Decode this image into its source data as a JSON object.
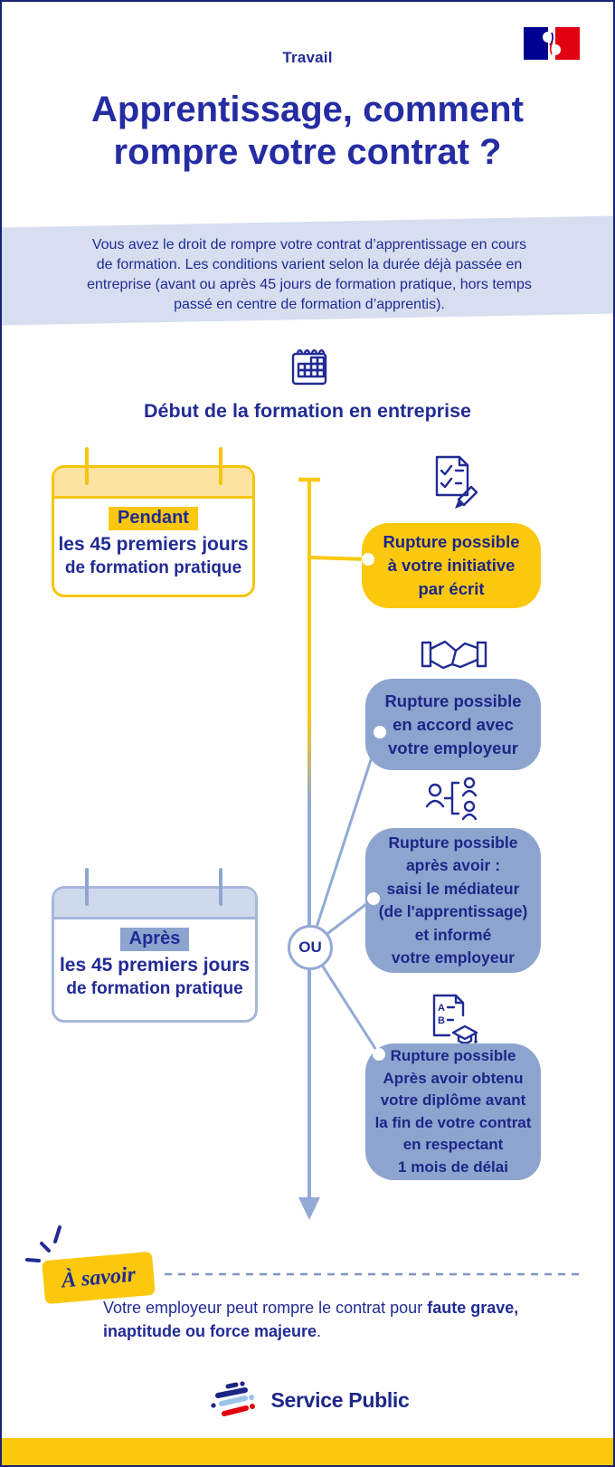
{
  "header": {
    "category": "Travail",
    "title": "Apprentissage, comment\nrompre votre contrat ?"
  },
  "intro": "Vous avez le droit de rompre votre contrat d’apprentissage en cours\nde formation. Les conditions varient selon la durée déjà passée en\nentreprise (avant ou après 45 jours de formation pratique, hors temps\npassé en centre de formation d’apprentis).",
  "diagram": {
    "heading": "Début de la formation en entreprise",
    "connector_label": "OU",
    "period_cards": [
      {
        "highlight": "Pendant",
        "line1": "les 45 premiers jours",
        "line2": "de formation pratique",
        "theme": "yellow"
      },
      {
        "highlight": "Après",
        "line1": "les 45 premiers jours",
        "line2": "de formation pratique",
        "theme": "blue"
      }
    ],
    "outcome_bubbles": [
      {
        "icon": "document-check-pencil-icon",
        "theme": "yellow",
        "text": "Rupture possible\nà votre initiative\npar écrit"
      },
      {
        "icon": "handshake-icon",
        "theme": "blue",
        "text": "Rupture possible\nen accord avec\nvotre employeur"
      },
      {
        "icon": "mediator-people-icon",
        "theme": "blue",
        "text": "Rupture possible\naprès avoir :\nsaisi le médiateur\n(de l'apprentissage)\net informé\nvotre employeur"
      },
      {
        "icon": "diploma-icon",
        "theme": "blue",
        "text": "Rupture possible\nAprès avoir obtenu\nvotre diplôme avant\nla fin de votre contrat\nen respectant\n1 mois de délai"
      }
    ]
  },
  "notice": {
    "label": "À savoir",
    "line1_regular": "Votre employeur peut rompre le contrat pour ",
    "line1_bold": "faute grave,",
    "line2_bold": "inaptitude ou force majeure",
    "line2_regular": "."
  },
  "footer": {
    "brand": "Service Public"
  },
  "icons": {
    "diploma_letter_a": "A",
    "diploma_letter_b": "B"
  },
  "colors": {
    "navy_text": "#212b94",
    "title_blue": "#252ca3",
    "gold": "#fcc80d",
    "gold_light": "#fce3a1",
    "periwinkle": "#8da4cf",
    "periwinkle_light": "#cfd9ec",
    "intro_band": "#d6deef",
    "timeline_blue": "#93aad5",
    "flag_blue": "#000091",
    "flag_red": "#e1000f"
  }
}
